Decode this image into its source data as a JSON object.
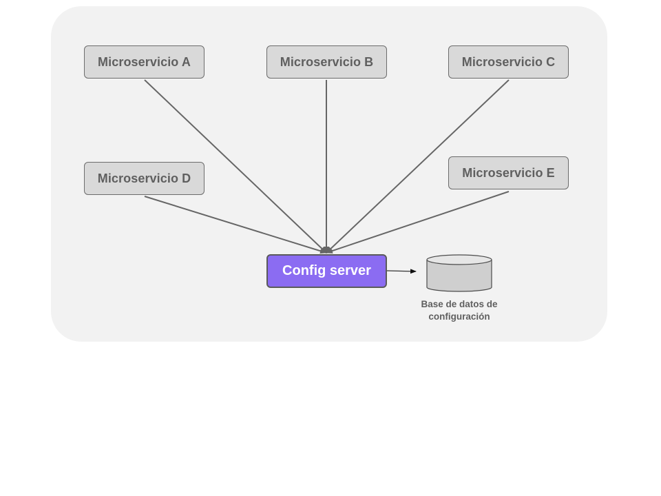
{
  "diagram": {
    "microservices": [
      {
        "id": "a",
        "label": "Microservicio A"
      },
      {
        "id": "b",
        "label": "Microservicio B"
      },
      {
        "id": "c",
        "label": "Microservicio C"
      },
      {
        "id": "d",
        "label": "Microservicio D"
      },
      {
        "id": "e",
        "label": "Microservicio E"
      }
    ],
    "config_server": {
      "label": "Config server"
    },
    "database": {
      "label_line1": "Base de datos de",
      "label_line2": "configuración"
    },
    "edges": [
      {
        "from": "Microservicio A",
        "to": "Config server"
      },
      {
        "from": "Microservicio B",
        "to": "Config server"
      },
      {
        "from": "Microservicio C",
        "to": "Config server"
      },
      {
        "from": "Microservicio D",
        "to": "Config server"
      },
      {
        "from": "Microservicio E",
        "to": "Config server"
      },
      {
        "from": "Config server",
        "to": "Base de datos de configuración"
      }
    ],
    "colors": {
      "panel_bg": "#f2f2f2",
      "node_bg": "#d9d9d9",
      "node_text": "#5f5f5f",
      "config_bg": "#8b6cf2",
      "config_text": "#ffffff",
      "edge": "#666666"
    }
  }
}
